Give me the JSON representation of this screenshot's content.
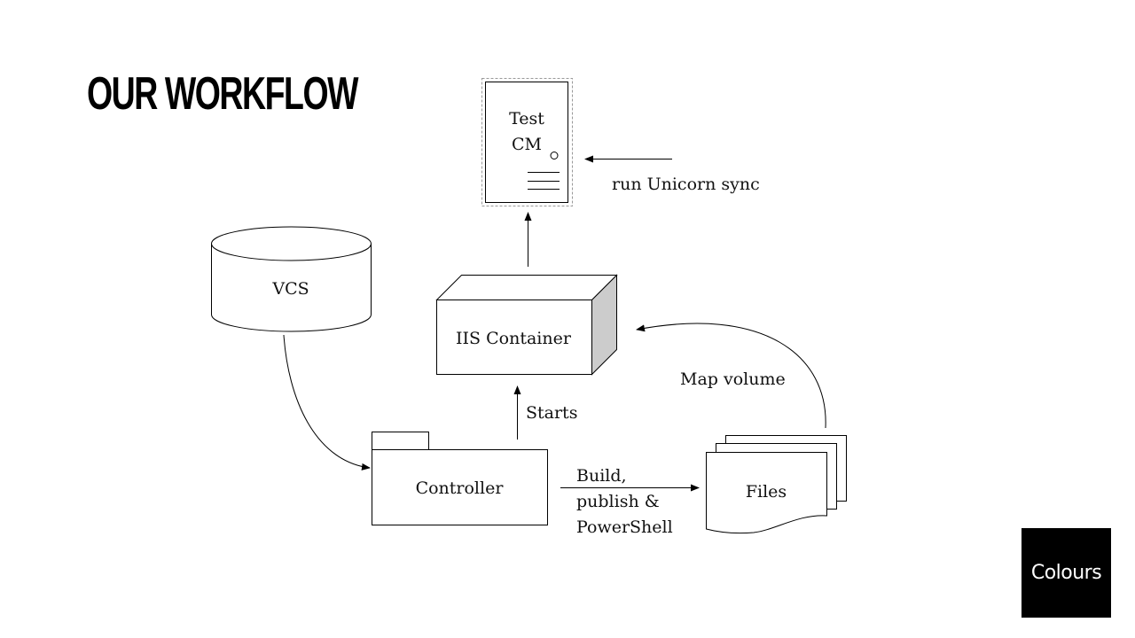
{
  "slide": {
    "title": "OUR WORKFLOW",
    "corner_button": "Colours"
  },
  "diagram": {
    "nodes": {
      "test_cm": {
        "line1": "Test",
        "line2": "CM"
      },
      "vcs": {
        "label": "VCS"
      },
      "iis_container": {
        "label": "IIS Container"
      },
      "controller": {
        "label": "Controller"
      },
      "files": {
        "label": "Files"
      }
    },
    "edges": {
      "unicorn_sync": {
        "label": "run Unicorn sync"
      },
      "starts": {
        "label": "Starts"
      },
      "build": {
        "line1": "Build,",
        "line2": "publish &",
        "line3": "PowerShell"
      },
      "map_volume": {
        "label": "Map volume"
      }
    },
    "colors": {
      "stroke": "#000000",
      "dashed_border": "#999999",
      "box_side": "#cccccc"
    }
  }
}
